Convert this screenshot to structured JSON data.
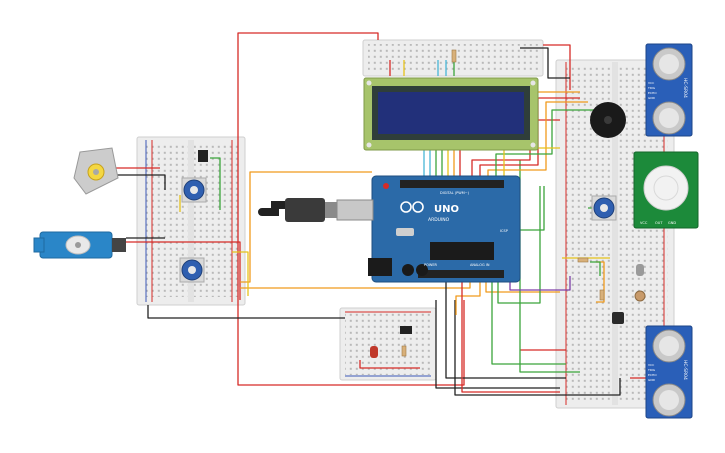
{
  "board": {
    "brand": "ARDUINO",
    "model": "UNO",
    "digital_label": "DIGITAL (PWM~)",
    "power_label": "POWER",
    "analog_label": "ANALOG IN",
    "icsp_label": "ICSP"
  },
  "sensors": {
    "top": {
      "model": "HC-SR04",
      "pins": [
        "VCC",
        "TRIG",
        "ECHO",
        "GND"
      ]
    },
    "bottom": {
      "model": "HC-SR04",
      "pins": [
        "VCC",
        "TRIG",
        "ECHO",
        "GND"
      ]
    }
  },
  "pir": {
    "pins": [
      "VCC",
      "OUT",
      "GND"
    ]
  },
  "colors": {
    "wire_red": "#d62b27",
    "wire_black": "#222222",
    "wire_orange": "#f09a1c",
    "wire_yellow": "#e6c21a",
    "wire_green": "#3ba53b",
    "wire_purple": "#7e3fa7",
    "wire_cyan": "#47b6d6",
    "breadboard": "#ececec",
    "arduino": "#2b6aa8",
    "lcd_screen": "#22307a",
    "lcd_pcb": "#a7c46b",
    "pcb_green": "#1c8a3a"
  }
}
